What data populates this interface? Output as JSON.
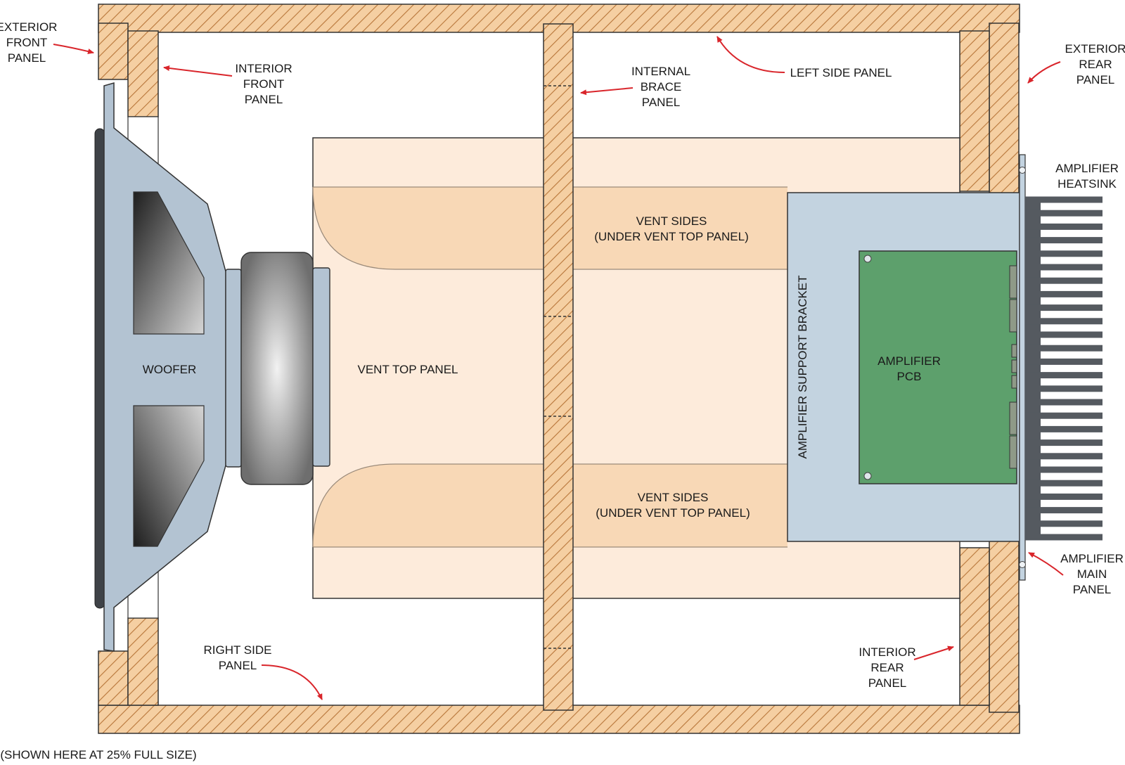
{
  "colors": {
    "wood": "#f5cfa2",
    "wood_hatch": "#b8763a",
    "vent_light": "#fdebdb",
    "vent_side": "#f8d8b6",
    "bracket": "#c3d3e0",
    "pcb": "#5da06c",
    "heatsink": "#555a60",
    "woofer_frame": "#b3c3d2",
    "arrow": "#d9252b",
    "outline": "#333333"
  },
  "labels": {
    "exterior_front_panel": [
      "EXTERIOR",
      "FRONT",
      "PANEL"
    ],
    "interior_front_panel": [
      "INTERIOR",
      "FRONT",
      "PANEL"
    ],
    "internal_brace_panel": [
      "INTERNAL",
      "BRACE",
      "PANEL"
    ],
    "left_side_panel": [
      "LEFT SIDE PANEL"
    ],
    "exterior_rear_panel": [
      "EXTERIOR",
      "REAR",
      "PANEL"
    ],
    "amplifier_heatsink": [
      "AMPLIFIER",
      "HEATSINK"
    ],
    "vent_sides_top": [
      "VENT SIDES",
      "(UNDER VENT TOP PANEL)"
    ],
    "vent_sides_bottom": [
      "VENT SIDES",
      "(UNDER VENT TOP PANEL)"
    ],
    "woofer": [
      "WOOFER"
    ],
    "vent_top_panel": [
      "VENT TOP PANEL"
    ],
    "amplifier_support_bracket": [
      "AMPLIFIER SUPPORT BRACKET"
    ],
    "amplifier_pcb": [
      "AMPLIFIER",
      "PCB"
    ],
    "amplifier_main_panel": [
      "AMPLIFIER",
      "MAIN",
      "PANEL"
    ],
    "right_side_panel": [
      "RIGHT SIDE",
      "PANEL"
    ],
    "interior_rear_panel": [
      "INTERIOR",
      "REAR",
      "PANEL"
    ],
    "footnote": [
      "(SHOWN HERE AT 25% FULL SIZE)"
    ]
  }
}
